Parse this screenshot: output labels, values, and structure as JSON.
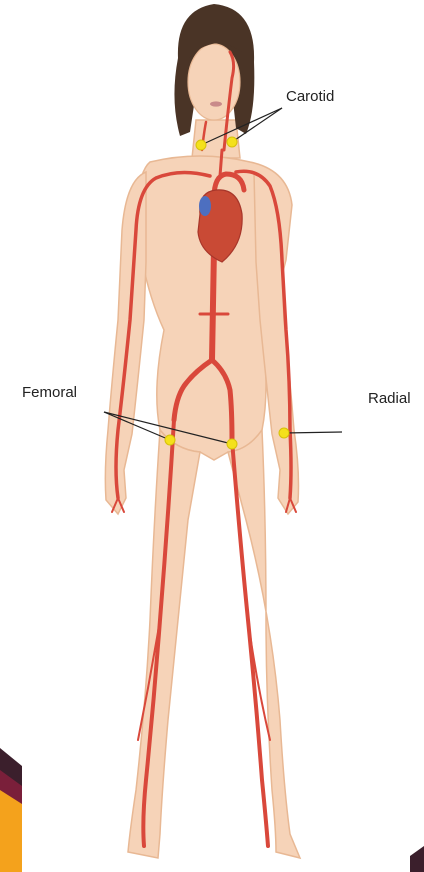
{
  "labels": {
    "carotid": "Carotid",
    "femoral": "Femoral",
    "radial": "Radial"
  },
  "colors": {
    "background": "#ffffff",
    "skin": "#f6d3b8",
    "skin_shadow": "#e8b894",
    "hair": "#4a3426",
    "artery": "#d9483b",
    "heart": "#c94a35",
    "vein_blue": "#4d6fc0",
    "pulse_point": "#f4e11b",
    "leader_line": "#222222",
    "corner_accent_dark": "#3b1f2c",
    "corner_accent_orange": "#f4a21c"
  }
}
